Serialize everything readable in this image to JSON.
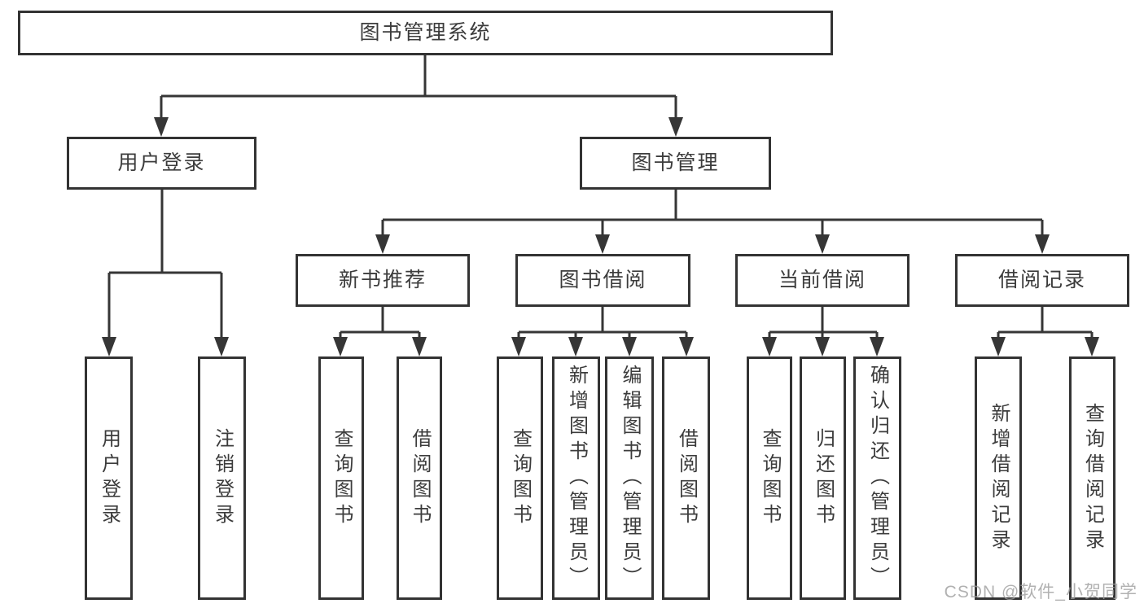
{
  "tree": {
    "root": {
      "label": "图书管理系统"
    },
    "level2": [
      {
        "label": "用户登录"
      },
      {
        "label": "图书管理"
      }
    ],
    "level3": [
      {
        "label": "新书推荐"
      },
      {
        "label": "图书借阅"
      },
      {
        "label": "当前借阅"
      },
      {
        "label": "借阅记录"
      }
    ],
    "leaves": {
      "user_login": [
        {
          "label": "用户登录"
        },
        {
          "label": "注销登录"
        }
      ],
      "new_books": [
        {
          "label": "查询图书"
        },
        {
          "label": "借阅图书"
        }
      ],
      "book_borrow": [
        {
          "label": "查询图书"
        },
        {
          "label": "新增图书（管理员）"
        },
        {
          "label": "编辑图书（管理员）"
        },
        {
          "label": "借阅图书"
        }
      ],
      "current_borrow": [
        {
          "label": "查询图书"
        },
        {
          "label": "归还图书"
        },
        {
          "label": "确认归还（管理员）"
        }
      ],
      "borrow_records": [
        {
          "label": "新增借阅记录"
        },
        {
          "label": "查询借阅记录"
        }
      ]
    }
  },
  "watermark": {
    "text": "CSDN @软件_小贺同学"
  },
  "colors": {
    "line": "#363636",
    "box_border": "#333333",
    "text": "#3c3c3c",
    "watermark": "#9e9e9e",
    "background": "#ffffff"
  }
}
